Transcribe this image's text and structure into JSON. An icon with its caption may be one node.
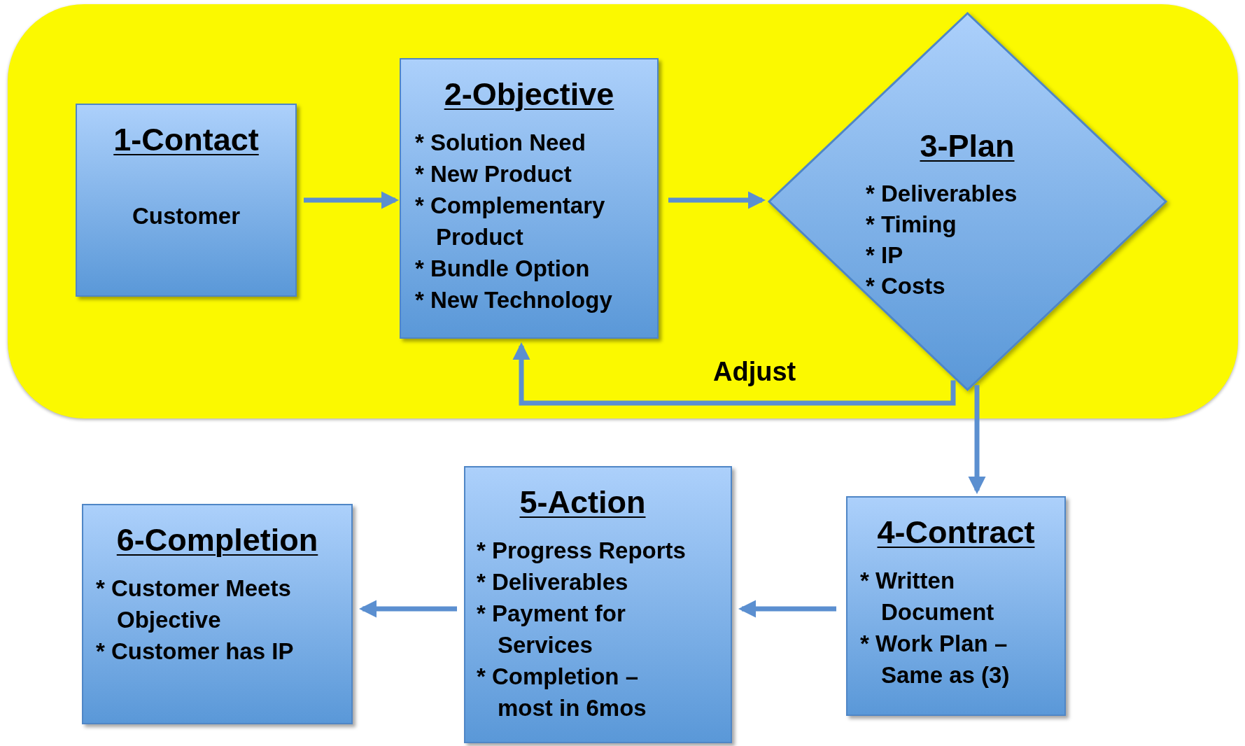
{
  "diagram": {
    "nodes": [
      {
        "text": [],
        "shape": "box"
      },
      {
        "text": [
          "1-Contact",
          "Customer"
        ],
        "in": 0
      },
      {
        "text": [
          "2-Objective",
          "* Solution Need",
          "* New Product",
          "* Complementary Product",
          "* Bundle Option",
          "* New Technology"
        ],
        "in": 0
      },
      {
        "text": [
          "3-Plan",
          "* Deliverables",
          "* Timing",
          "* IP",
          "* Costs"
        ],
        "in": 0
      },
      {
        "text": [
          "4-Contract",
          "* Written Document",
          "* Work Plan – Same as (3)"
        ]
      },
      {
        "text": [
          "5-Action",
          "* Progress Reports",
          "* Deliverables",
          "* Payment for Services",
          "* Completion – most in 6mos"
        ]
      },
      {
        "text": [
          "6-Completion",
          "* Customer Meets Objective",
          "* Customer has IP"
        ]
      }
    ],
    "edges": [
      {
        "from": 1,
        "to": 2,
        "arrow": "to"
      },
      {
        "from": 2,
        "to": 3,
        "arrow": "to"
      },
      {
        "from": 3,
        "to": 2,
        "arrow": "to",
        "label": "Adjust"
      },
      {
        "from": 3,
        "to": 4,
        "arrow": "to"
      },
      {
        "from": 4,
        "to": 5,
        "arrow": "to"
      },
      {
        "from": 5,
        "to": 6,
        "arrow": "to"
      }
    ]
  }
}
